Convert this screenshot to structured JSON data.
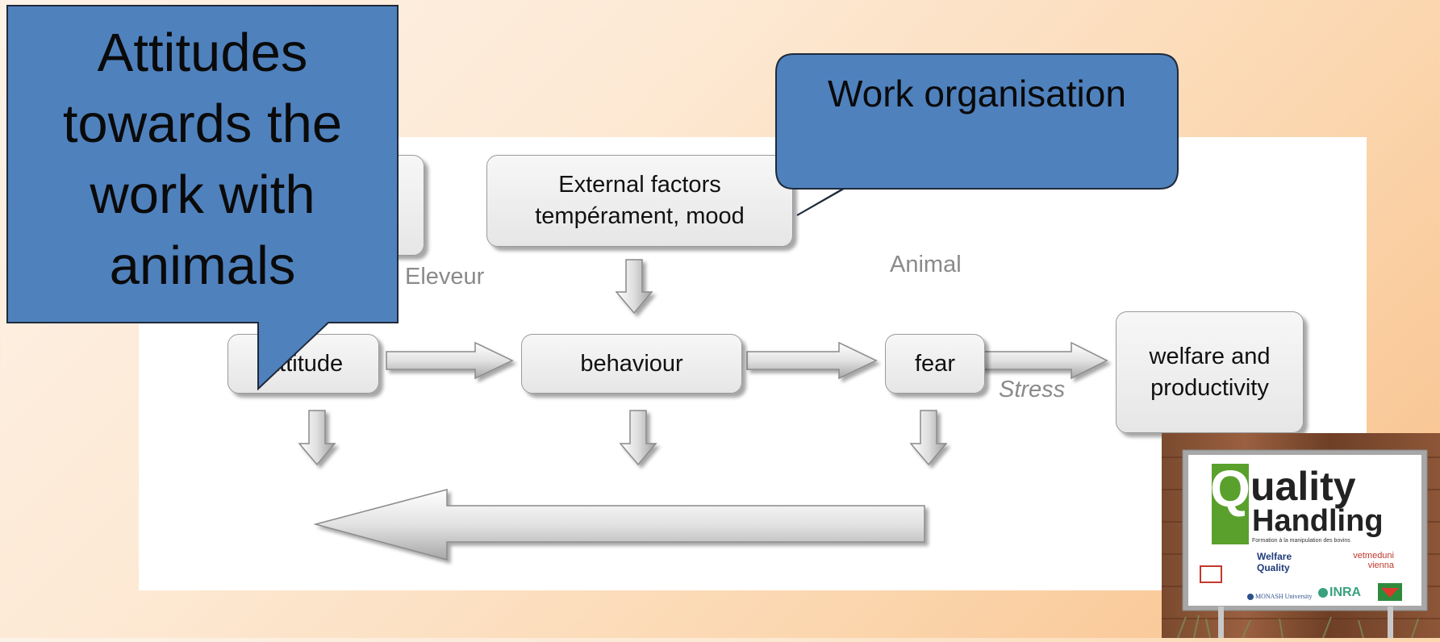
{
  "diagram": {
    "boxes": {
      "external_factors": "External factors\ntempérament, mood",
      "attitude": "Attitude",
      "behaviour": "behaviour",
      "fear": "fear",
      "welfare": "welfare and\nproductivity"
    },
    "labels": {
      "eleveur": "Eleveur",
      "animal": "Animal",
      "stress": "Stress"
    }
  },
  "callouts": {
    "attitudes": "Attitudes\ntowards the\nwork with\nanimals",
    "work_org": "Work organisation"
  },
  "logo": {
    "brand_q": "Q",
    "brand_uality": "uality",
    "brand_handling": "Handling",
    "tagline": "Formation à la manipulation des bovins",
    "partners": [
      "Welfare Quality",
      "vetmeduni vienna",
      "INRA",
      "MONASH University"
    ]
  },
  "colors": {
    "callout_fill": "#4f81bd",
    "callout_stroke": "#1f2a3a",
    "box_border": "#9a9a9a",
    "logo_green": "#5aa02c"
  }
}
